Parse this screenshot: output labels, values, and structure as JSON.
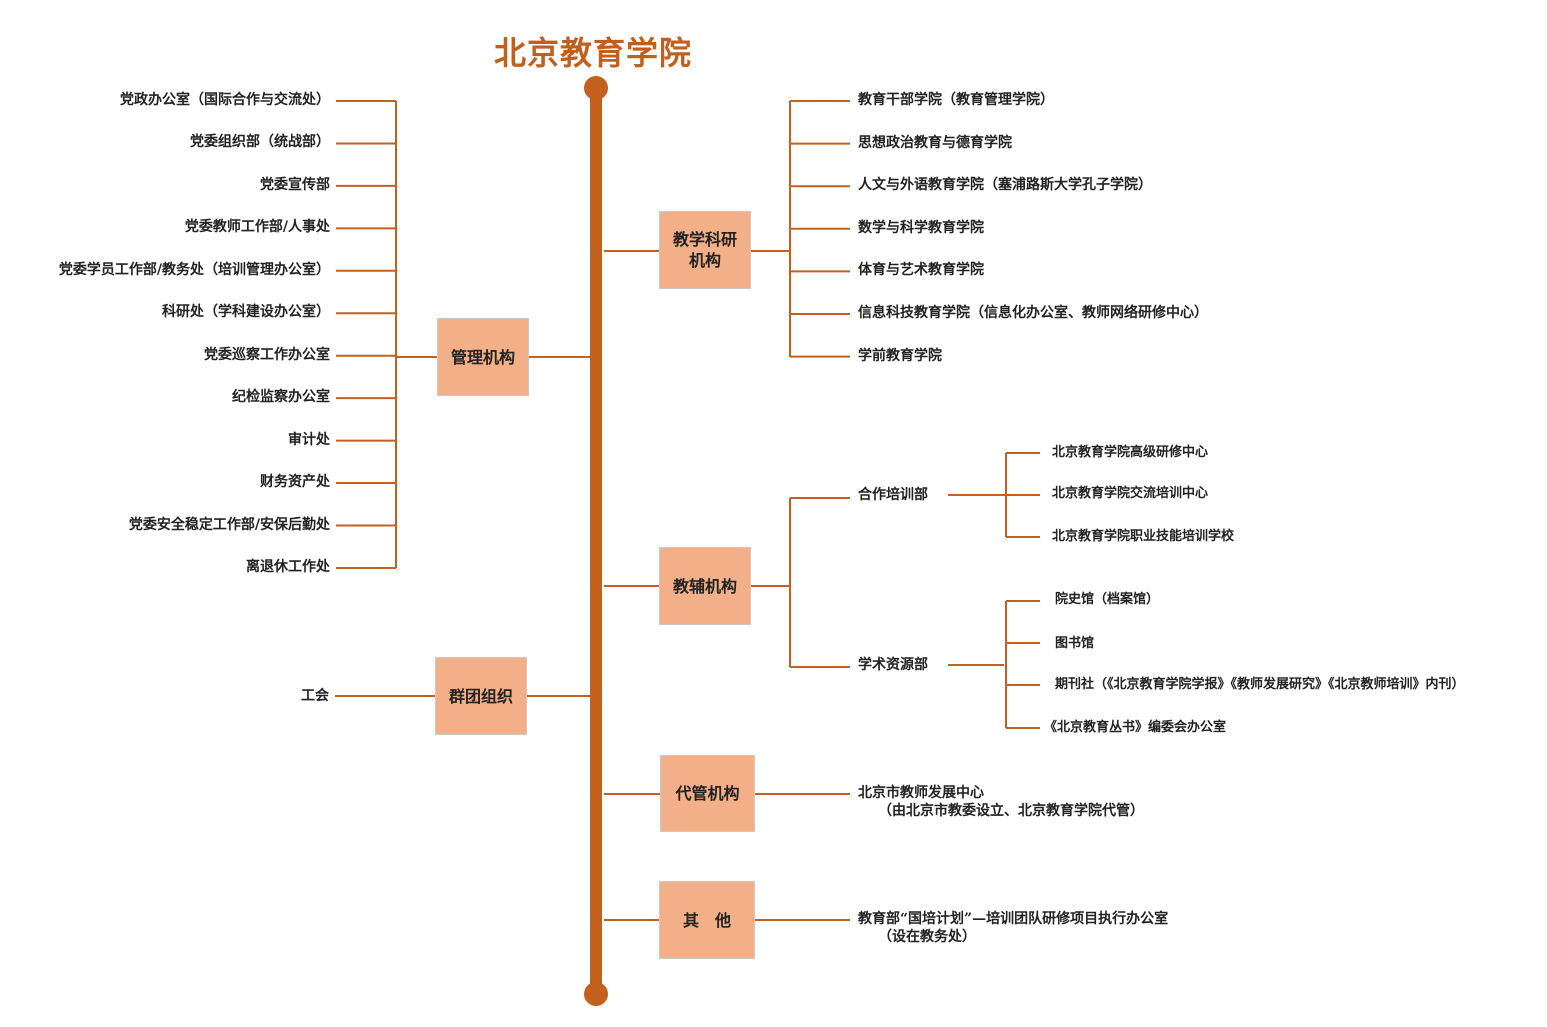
{
  "title": "北京教育学院",
  "left": {
    "management": {
      "label": "管理机构",
      "items": [
        "党政办公室（国际合作与交流处）",
        "党委组织部（统战部）",
        "党委宣传部",
        "党委教师工作部/人事处",
        "党委学员工作部/教务处（培训管理办公室）",
        "科研处（学科建设办公室）",
        "党委巡察工作办公室",
        "纪检监察办公室",
        "审计处",
        "财务资产处",
        "党委安全稳定工作部/安保后勤处",
        "离退休工作处"
      ]
    },
    "groups": {
      "label": "群团组织",
      "items": [
        "工会"
      ]
    }
  },
  "right": {
    "teaching": {
      "label_line1": "教学科研",
      "label_line2": "机构",
      "items": [
        "教育干部学院（教育管理学院）",
        "思想政治教育与德育学院",
        "人文与外语教育学院（塞浦路斯大学孔子学院）",
        "数学与科学教育学院",
        "体育与艺术教育学院",
        "信息科技教育学院（信息化办公室、教师网络研修中心）",
        "学前教育学院"
      ]
    },
    "auxiliary": {
      "label": "教辅机构",
      "cooperation": {
        "label": "合作培训部",
        "items": [
          "北京教育学院高级研修中心",
          "北京教育学院交流培训中心",
          "北京教育学院职业技能培训学校"
        ]
      },
      "academic": {
        "label": "学术资源部",
        "items": [
          "院史馆（档案馆）",
          "图书馆",
          "期刊社（《北京教育学院学报》《教师发展研究》《北京教师培训》内刊）",
          "《北京教育丛书》编委会办公室"
        ]
      }
    },
    "managed": {
      "label": "代管机构",
      "item_line1": "北京市教师发展中心",
      "item_line2": "（由北京市教委设立、北京教育学院代管）"
    },
    "other": {
      "label": "其　他",
      "item_line1": "教育部“国培计划”—培训团队研修项目执行办公室",
      "item_line2": "（设在教务处）"
    }
  },
  "colors": {
    "accent": "#c0601e",
    "box": "#f3b088",
    "trunk": "#c4601d"
  }
}
